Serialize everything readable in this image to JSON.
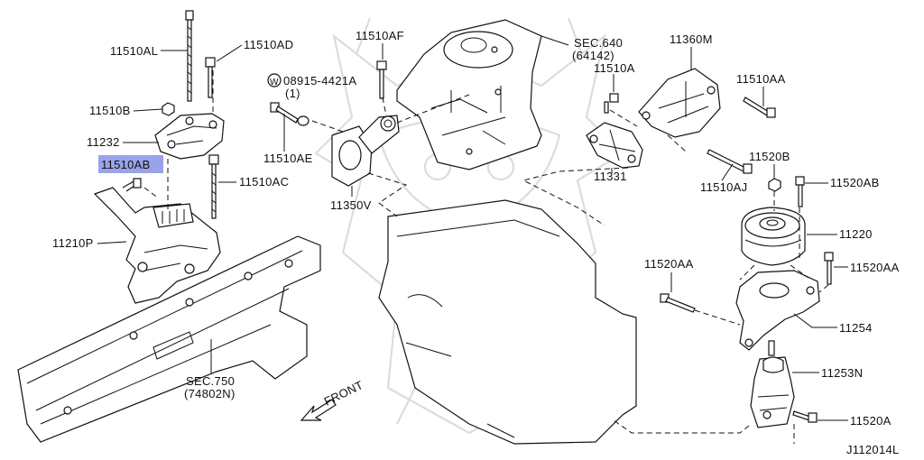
{
  "diagram": {
    "highlight_color": "#9aa3e8",
    "labels": {
      "l_11510AL": "11510AL",
      "l_11510AD": "11510AD",
      "l_11510B": "11510B",
      "l_11232": "11232",
      "l_11510AB": "11510AB",
      "l_11510AC": "11510AC",
      "l_11210P": "11210P",
      "l_sec750": "SEC.750",
      "l_sec750_code": "(74802N)",
      "l_11510AF": "11510AF",
      "l_w_mark": "W",
      "l_08915": "08915-4421A",
      "l_08915_qty": "(1)",
      "l_11510AE": "11510AE",
      "l_11350V": "11350V",
      "l_sec640": "SEC.640",
      "l_sec640_code": "(64142)",
      "l_11360M": "11360M",
      "l_11510A": "11510A",
      "l_11510AA": "11510AA",
      "l_11331": "11331",
      "l_11510AJ": "11510AJ",
      "l_11520B": "11520B",
      "l_11520AB": "11520AB",
      "l_11220": "11220",
      "l_11520AA_left": "11520AA",
      "l_11520AA_right": "11520AA",
      "l_11254": "11254",
      "l_11253N": "11253N",
      "l_11520A": "11520A",
      "l_front": "FRONT",
      "l_code": "J112014L"
    }
  }
}
